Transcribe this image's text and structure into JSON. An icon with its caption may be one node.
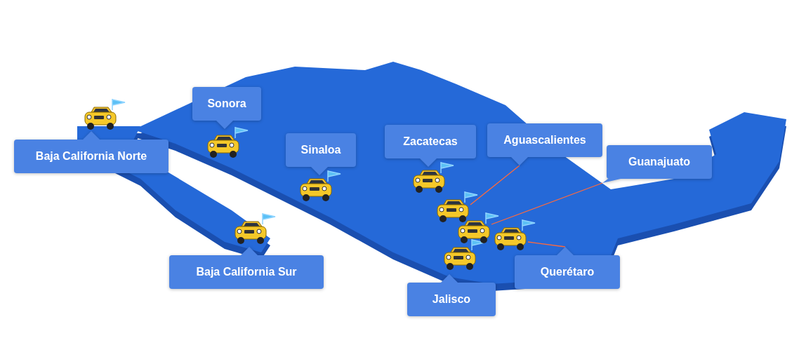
{
  "diagram": {
    "nodes": [
      {
        "text": [
          "Sonora"
        ]
      },
      {
        "text": [
          "Baja California Norte"
        ]
      },
      {
        "text": [
          "Zacatecas"
        ]
      },
      {
        "text": [
          "Aguascalientes"
        ]
      },
      {
        "text": [
          "Sinaloa"
        ]
      },
      {
        "text": [
          "Guanajuato"
        ]
      },
      {
        "text": [
          "Baja California Sur"
        ]
      },
      {
        "text": [
          "Querétaro"
        ]
      },
      {
        "text": [
          "Jalisco"
        ]
      },
      {
        "text": [],
        "shape": "picture"
      },
      {
        "text": [],
        "shape": "picture"
      },
      {
        "text": [],
        "shape": "picture"
      }
    ],
    "edges": [
      {
        "from": 3,
        "to": 9,
        "arrow": "none"
      },
      {
        "from": 5,
        "to": 10,
        "arrow": "none"
      },
      {
        "from": 7,
        "to": 11,
        "arrow": "none"
      }
    ]
  }
}
